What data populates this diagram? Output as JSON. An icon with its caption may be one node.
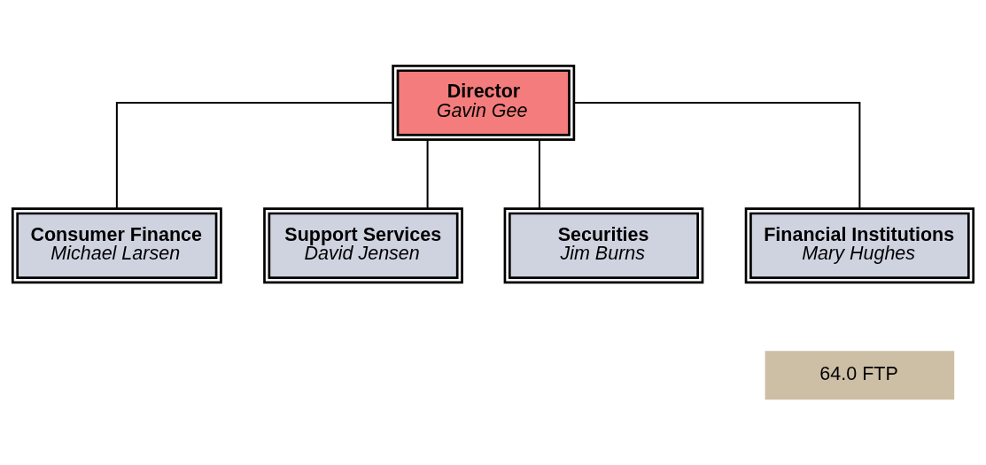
{
  "diagram": {
    "nodes": [
      {
        "text": [
          "Director",
          "Gavin Gee"
        ]
      },
      {
        "text": [
          "Consumer Finance",
          "Michael Larsen"
        ]
      },
      {
        "text": [
          "Support Services",
          "David Jensen"
        ]
      },
      {
        "text": [
          "Securities",
          "Jim Burns"
        ]
      },
      {
        "text": [
          "Financial Institutions",
          "Mary Hughes"
        ]
      },
      {
        "text": [
          "64.0 FTP"
        ]
      }
    ],
    "edges": [
      {
        "from": 0,
        "to": 1,
        "arrow": "none"
      },
      {
        "from": 0,
        "to": 2,
        "arrow": "none"
      },
      {
        "from": 0,
        "to": 3,
        "arrow": "none"
      },
      {
        "from": 0,
        "to": 4,
        "arrow": "none"
      }
    ]
  }
}
